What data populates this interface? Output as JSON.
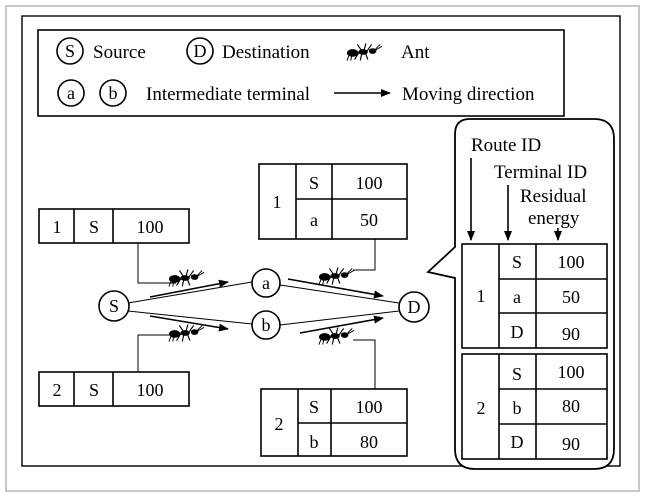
{
  "legend": {
    "source_symbol": "S",
    "source_label": "Source",
    "destination_symbol": "D",
    "destination_label": "Destination",
    "ant_label": "Ant",
    "intermediate_a": "a",
    "intermediate_b": "b",
    "intermediate_label": "Intermediate terminal",
    "direction_label": "Moving direction"
  },
  "nodes": {
    "source": "S",
    "a": "a",
    "b": "b",
    "destination": "D"
  },
  "tables": {
    "t1": {
      "route": "1",
      "terminal": "S",
      "energy": "100"
    },
    "t2": {
      "route": "2",
      "terminal": "S",
      "energy": "100"
    },
    "t3": {
      "route": "1",
      "rows": [
        {
          "terminal": "S",
          "energy": "100"
        },
        {
          "terminal": "a",
          "energy": "50"
        }
      ]
    },
    "t4": {
      "route": "2",
      "rows": [
        {
          "terminal": "S",
          "energy": "100"
        },
        {
          "terminal": "b",
          "energy": "80"
        }
      ]
    }
  },
  "callout": {
    "route_id_label": "Route ID",
    "terminal_id_label": "Terminal ID",
    "energy_label_1": "Residual",
    "energy_label_2": "energy",
    "route1": {
      "route": "1",
      "rows": [
        {
          "terminal": "S",
          "energy": "100"
        },
        {
          "terminal": "a",
          "energy": "50"
        },
        {
          "terminal": "D",
          "energy": "90"
        }
      ]
    },
    "route2": {
      "route": "2",
      "rows": [
        {
          "terminal": "S",
          "energy": "100"
        },
        {
          "terminal": "b",
          "energy": "80"
        },
        {
          "terminal": "D",
          "energy": "90"
        }
      ]
    }
  }
}
